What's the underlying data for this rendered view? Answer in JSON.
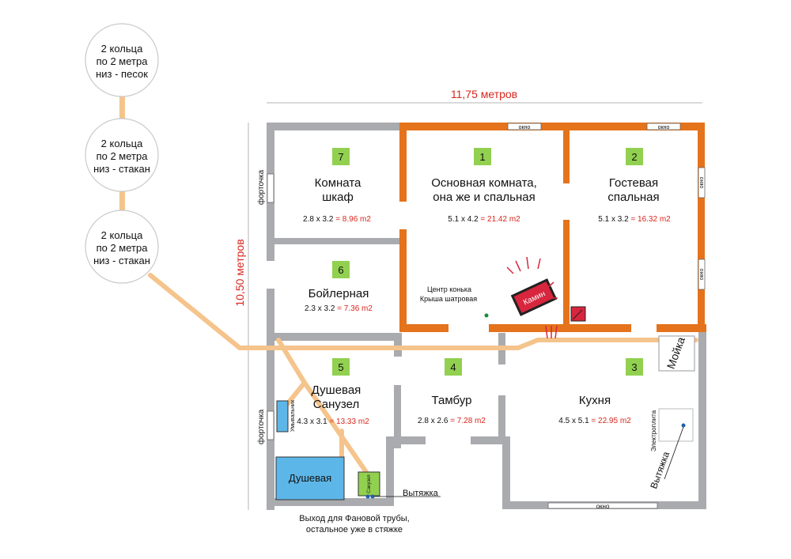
{
  "dimensions": {
    "width": "11,75 метров",
    "height": "10,50 метров"
  },
  "rings": [
    {
      "line1": "2 кольца",
      "line2": "по 2 метра",
      "line3": "низ - песок"
    },
    {
      "line1": "2 кольца",
      "line2": "по 2 метра",
      "line3": "низ - стакан"
    },
    {
      "line1": "2 кольца",
      "line2": "по 2 метра",
      "line3": "низ - стакан"
    }
  ],
  "rooms": [
    {
      "num": "7",
      "line1": "Комната",
      "line2": "шкаф",
      "size": "2.8 x 3.2",
      "area": "= 8.96 m2"
    },
    {
      "num": "1",
      "line1": "Основная комната,",
      "line2": "она же и спальная",
      "size": "5.1 x 4.2",
      "area": "= 21.42 m2"
    },
    {
      "num": "2",
      "line1": "Гостевая",
      "line2": "спальная",
      "size": "5.1 x 3.2",
      "area": "= 16.32 m2"
    },
    {
      "num": "6",
      "line1": "Бойлерная",
      "size": "2.3 x 3.2",
      "area": "= 7.36 m2"
    },
    {
      "num": "5",
      "line1": "Душевая",
      "line2": "Санузел",
      "size": "4.3 x 3.1",
      "area": "= 13.33 m2"
    },
    {
      "num": "4",
      "line1": "Тамбур",
      "size": "2.8 x 2.6",
      "area": "= 7.28 m2"
    },
    {
      "num": "3",
      "line1": "Кухня",
      "size": "4.5 x 5.1",
      "area": "= 22.95 m2"
    }
  ],
  "labels": {
    "window": "окно",
    "vent_window": "форточка",
    "fireplace": "Камин",
    "ridge_line1": "Центр конька",
    "ridge_line2": "Крыша шатровая",
    "washbasin": "Умывальник",
    "shower": "Душевая",
    "toilet": "Санузел",
    "sink": "Мойка",
    "stove": "Электроплита",
    "hood_kitchen": "Вытяжка",
    "hood_bath": "Вытяжка",
    "drain_line1": "Выход для Фановой трубы,",
    "drain_line2": "остальное уже в стяжке"
  },
  "colors": {
    "outer_wall": "#a9abae",
    "heated_wall": "#e5731b",
    "pipe": "#f5c48c",
    "room_number": "#92d050",
    "area_text": "#d9261c",
    "fireplace": "#d7263d",
    "shower": "#5db6e8"
  }
}
